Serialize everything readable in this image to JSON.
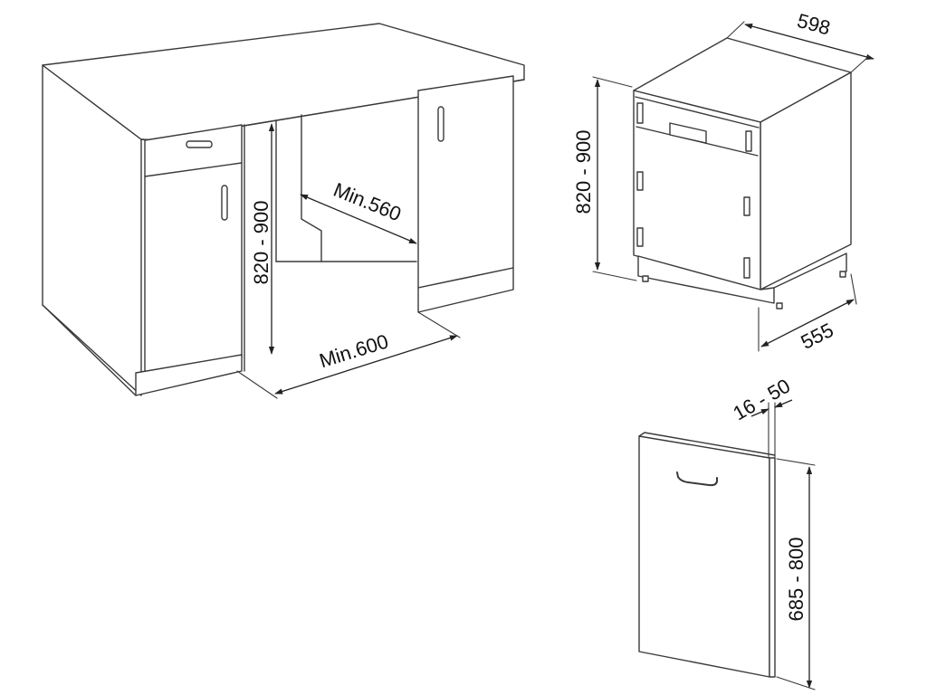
{
  "colors": {
    "line": "#3a3a3a",
    "text": "#111111",
    "background": "#ffffff"
  },
  "dimensions": {
    "cabinet_height": "820 - 900",
    "cabinet_min_depth": "Min.560",
    "cabinet_min_width": "Min.600",
    "appliance_width": "598",
    "appliance_height": "820 - 900",
    "appliance_depth": "555",
    "panel_thickness": "16 - 50",
    "panel_height": "685 - 800"
  }
}
